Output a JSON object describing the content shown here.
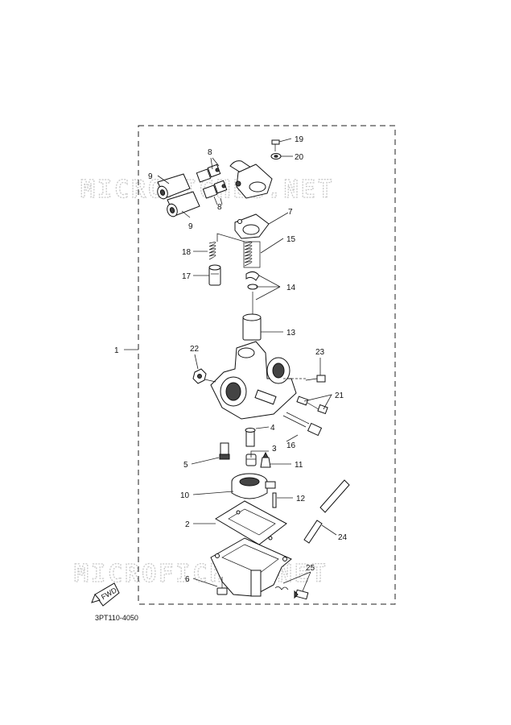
{
  "watermark": "MICROFICHES.NET",
  "diagram_code": "3PT110-4050",
  "fwd_label": "FWD",
  "callouts": {
    "c1": "1",
    "c2": "2",
    "c3": "3",
    "c4": "4",
    "c5": "5",
    "c6": "6",
    "c7": "7",
    "c8a": "8",
    "c8b": "8",
    "c9a": "9",
    "c9b": "9",
    "c10": "10",
    "c11": "11",
    "c12": "12",
    "c13": "13",
    "c14": "14",
    "c15": "15",
    "c16": "16",
    "c17": "17",
    "c18": "18",
    "c19": "19",
    "c20": "20",
    "c21": "21",
    "c22": "22",
    "c23": "23",
    "c24": "24",
    "c25": "25"
  }
}
